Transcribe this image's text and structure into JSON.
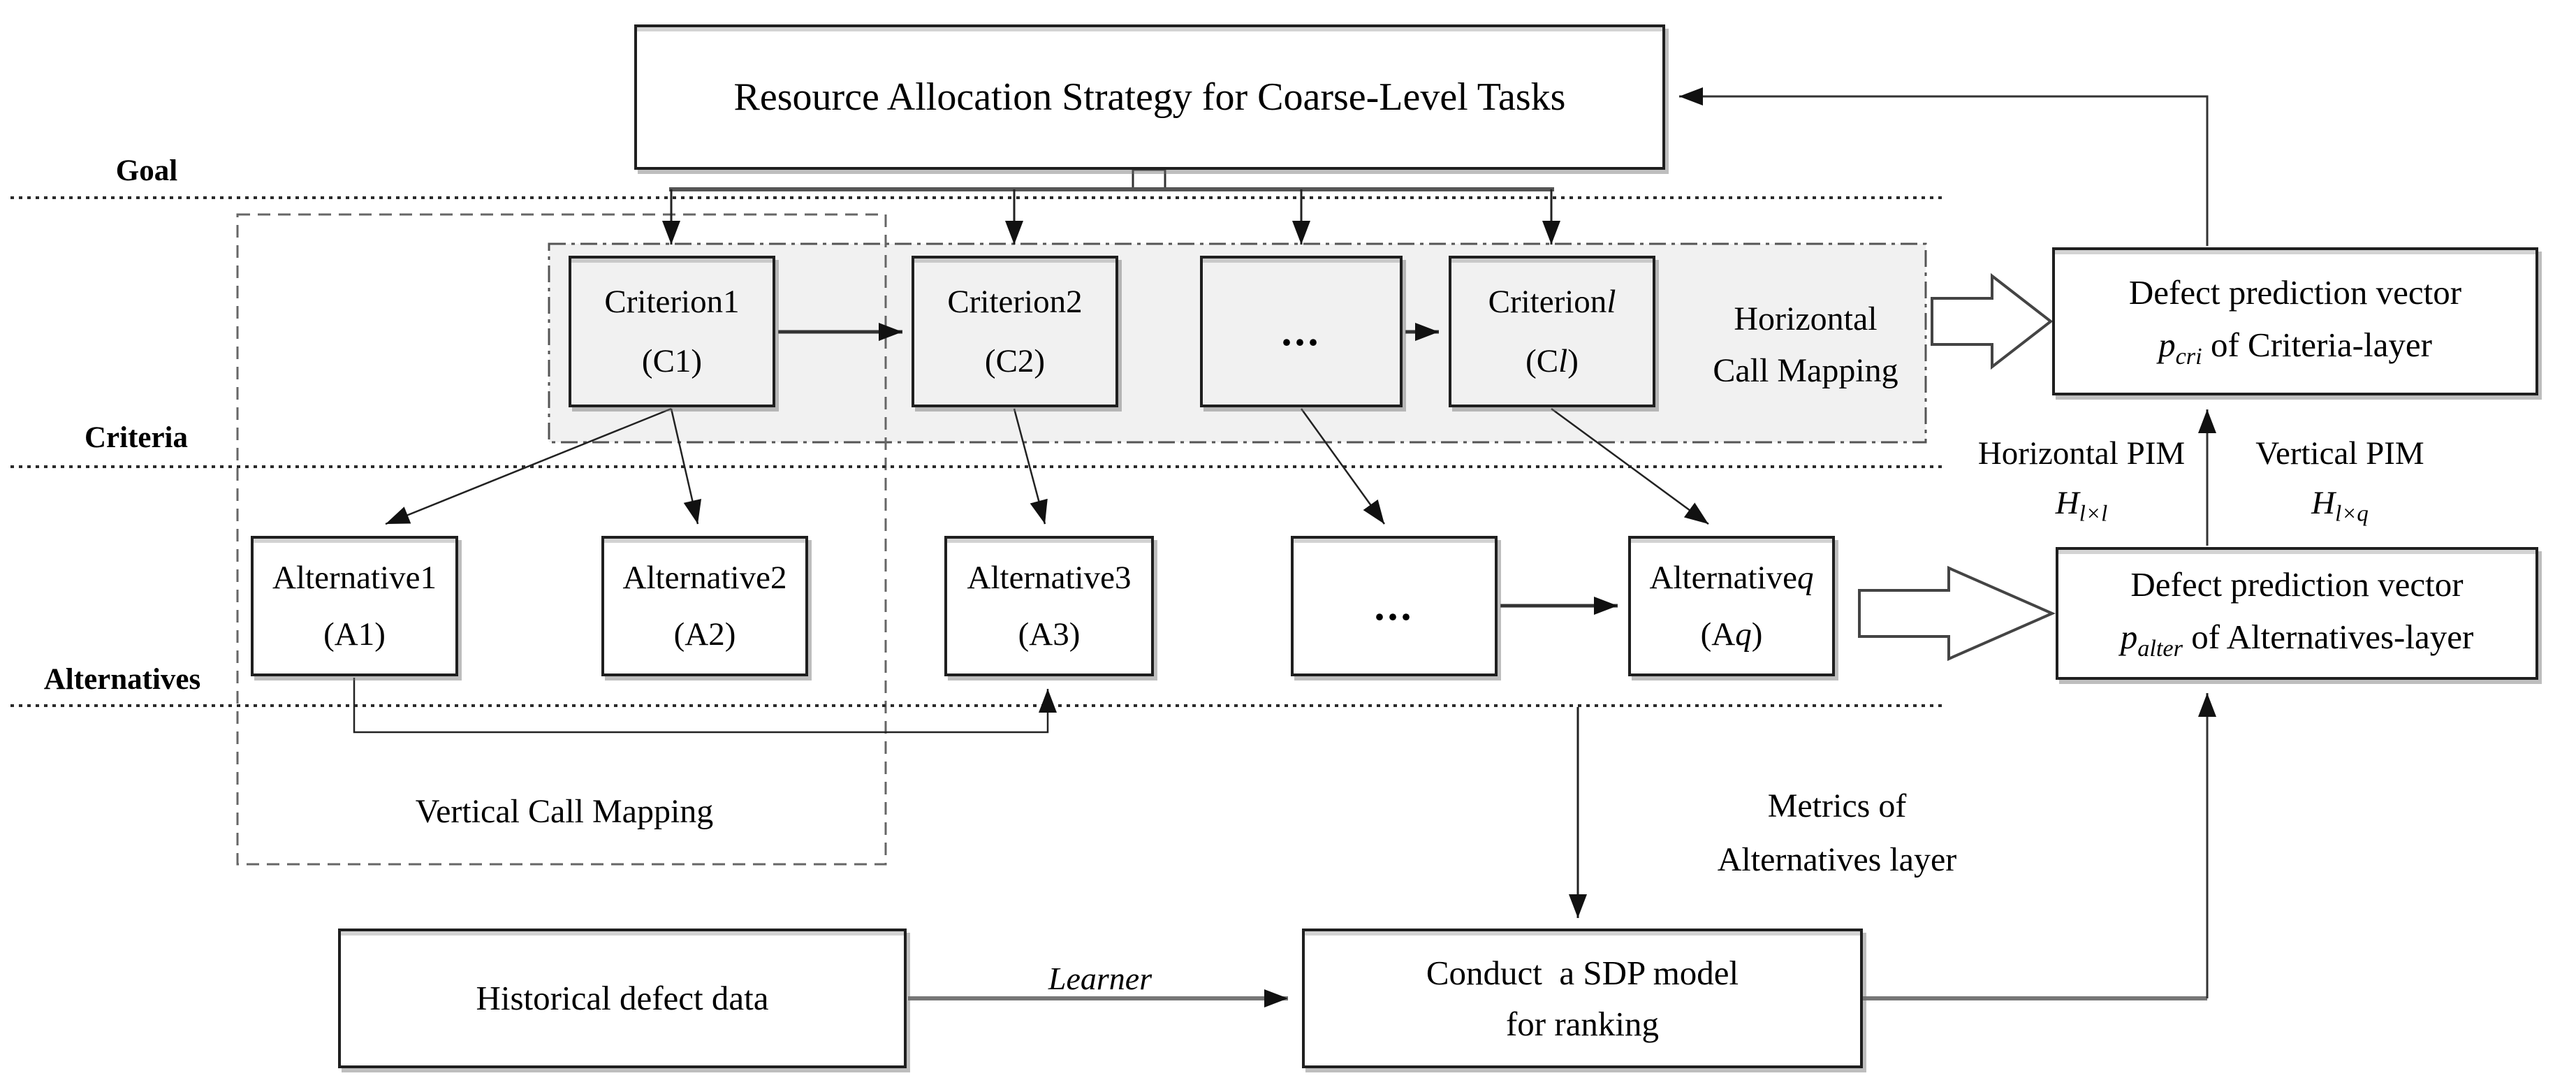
{
  "figure": {
    "goal_box": "Resource Allocation Strategy for Coarse-Level Tasks",
    "layers": {
      "goal": "Goal",
      "criteria": "Criteria",
      "alternatives": "Alternatives"
    },
    "criteria_row": {
      "c1": {
        "line1": "Criterion1",
        "line2": "(C1)"
      },
      "c2": {
        "line1": "Criterion2",
        "line2": "(C2)"
      },
      "dots": "...",
      "cl": {
        "line1_prefix": "Criterion",
        "line1_var": "l",
        "line2_open": "(C",
        "line2_var": "l",
        "line2_close": ")"
      }
    },
    "alternatives_row": {
      "a1": {
        "line1": "Alternative1",
        "line2": "(A1)"
      },
      "a2": {
        "line1": "Alternative2",
        "line2": "(A2)"
      },
      "a3": {
        "line1": "Alternative3",
        "line2": "(A3)"
      },
      "dots": "...",
      "aq": {
        "line1_prefix": "Alternative",
        "line1_var": "q",
        "line2_open": "(A",
        "line2_var": "q",
        "line2_close": ")"
      }
    },
    "horizontal_call_mapping": {
      "line1": "Horizontal",
      "line2": "Call Mapping"
    },
    "vertical_call_mapping": "Vertical Call Mapping",
    "pcri_box": {
      "line1": "Defect prediction vector",
      "vec_p": "p",
      "vec_sub": "cri",
      "line2_rest": " of Criteria-layer"
    },
    "palter_box": {
      "line1": "Defect prediction vector",
      "vec_p": "p",
      "vec_sub": "alter",
      "line2_rest": " of Alternatives-layer"
    },
    "pim": {
      "horizontal": {
        "label": "Horizontal PIM",
        "sym": "H",
        "sub": "l×l"
      },
      "vertical": {
        "label": "Vertical PIM",
        "sym": "H",
        "sub": "l×q"
      }
    },
    "metrics_label": {
      "line1": "Metrics of",
      "line2": "Alternatives layer"
    },
    "sdp_box": {
      "line1": "Conduct  a SDP model",
      "line2": "for ranking"
    },
    "historical_box": "Historical defect data",
    "learner_label": "Learner",
    "colors": {
      "band_fill": "#f1f1f1",
      "line": "#222222",
      "muted_line": "#777777",
      "box_border": "#1f1f1f"
    }
  }
}
